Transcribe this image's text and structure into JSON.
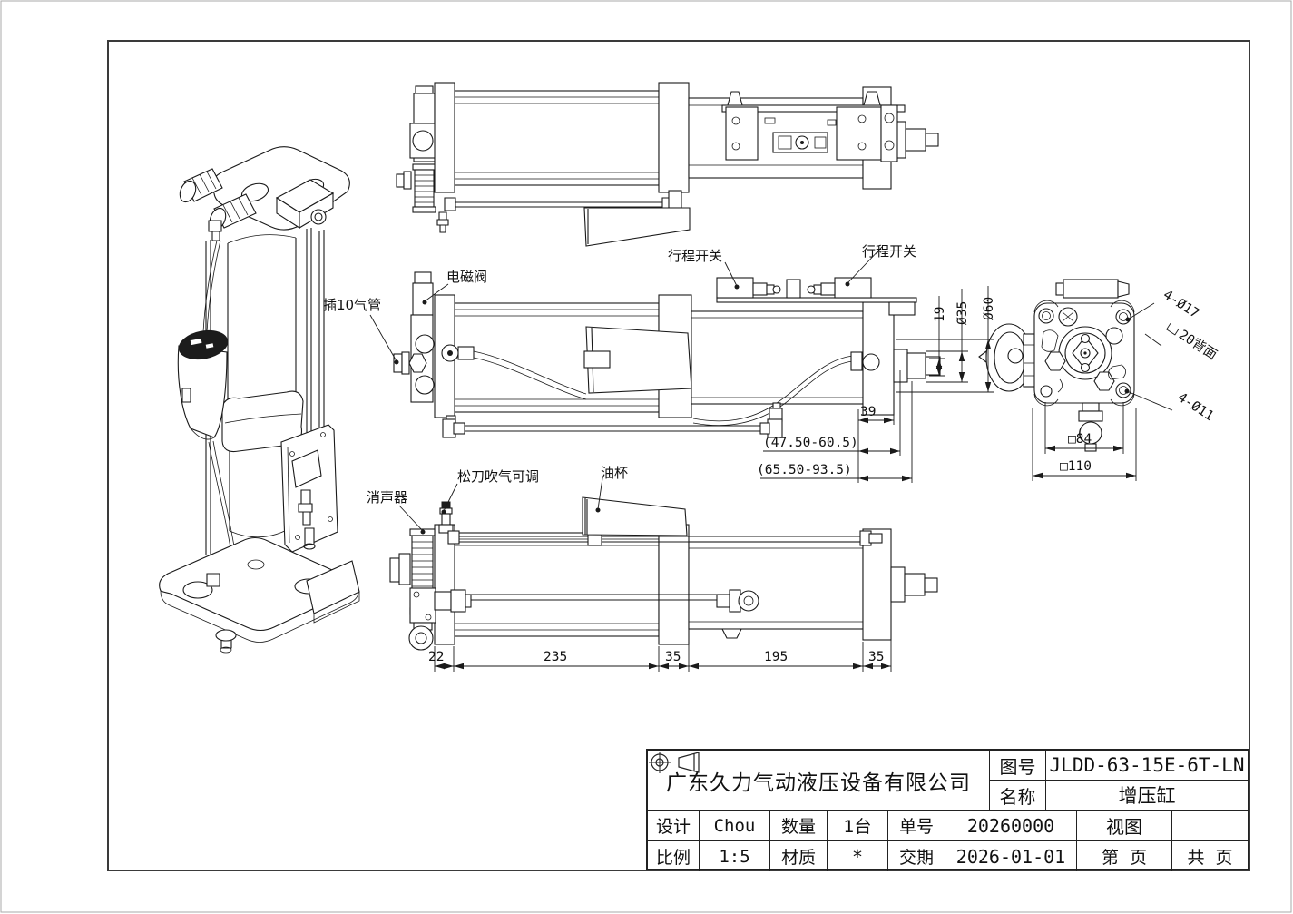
{
  "drawing": {
    "callouts": {
      "solenoid_valve": "电磁阀",
      "air_tube_10": "插10气管",
      "travel_switch": "行程开关",
      "muffler": "消声器",
      "blow_adjust": "松刀吹气可调",
      "oil_cup": "油杯"
    },
    "dims": {
      "d19": "19",
      "d35_dia": "Ø35",
      "d60_dia": "Ø60",
      "d39": "39",
      "stroke_range_1": "(47.50-60.5)",
      "stroke_range_2": "(65.50-93.5)",
      "holes_17": "4-Ø17",
      "counterbore_20": "20背面",
      "holes_11": "4-Ø11",
      "square_84": "□84",
      "square_110": "□110",
      "d22": "22",
      "d235": "235",
      "d35_plate": "35",
      "d195": "195"
    }
  },
  "title_block": {
    "company": "广东久力气动液压设备有限公司",
    "drawing_no_label": "图号",
    "drawing_no": "JLDD-63-15E-6T-LN",
    "part_name_label": "名称",
    "part_name": "增压缸",
    "designer_label": "设计",
    "designer": "Chou",
    "quantity_label": "数量",
    "quantity": "1台",
    "order_no_label": "单号",
    "order_no": "20260000",
    "view_label": "视图",
    "scale_label": "比例",
    "scale": "1:5",
    "material_label": "材质",
    "material": "*",
    "delivery_label": "交期",
    "delivery": "2026-01-01",
    "page": "第  页",
    "total_pages": "共  页"
  }
}
